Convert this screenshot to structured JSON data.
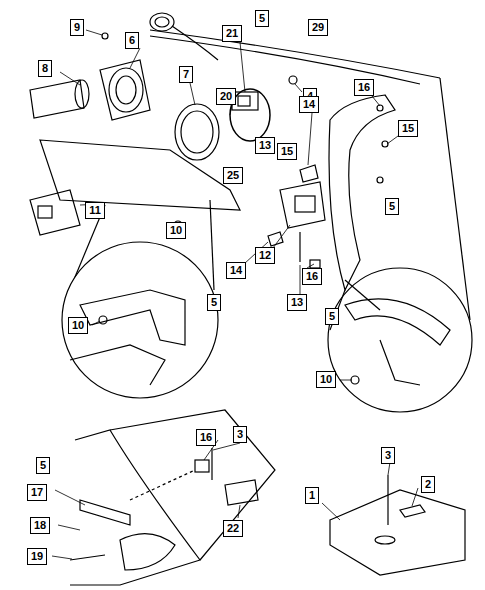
{
  "diagram": {
    "labels": [
      "9",
      "5",
      "29",
      "6",
      "21",
      "8",
      "7",
      "20",
      "4",
      "16",
      "14",
      "15",
      "13",
      "15",
      "25",
      "11",
      "5",
      "10",
      "12",
      "14",
      "16",
      "13",
      "5",
      "10",
      "5",
      "10",
      "16",
      "3",
      "5",
      "17",
      "3",
      "2",
      "18",
      "22",
      "1",
      "19"
    ]
  }
}
